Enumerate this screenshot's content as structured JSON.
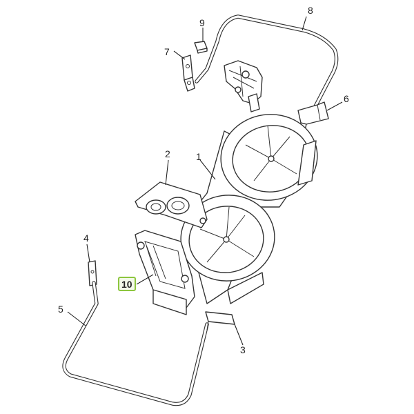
{
  "callouts": {
    "c1": "1",
    "c2": "2",
    "c3": "3",
    "c4": "4",
    "c5": "5",
    "c6": "6",
    "c7": "7",
    "c8": "8",
    "c9": "9",
    "c10": "10"
  },
  "highlight": {
    "part": "10",
    "border_color": "#8dc63f",
    "fill_color": "#f3f9ea"
  },
  "colors": {
    "line": "#333333",
    "background": "#ffffff"
  }
}
